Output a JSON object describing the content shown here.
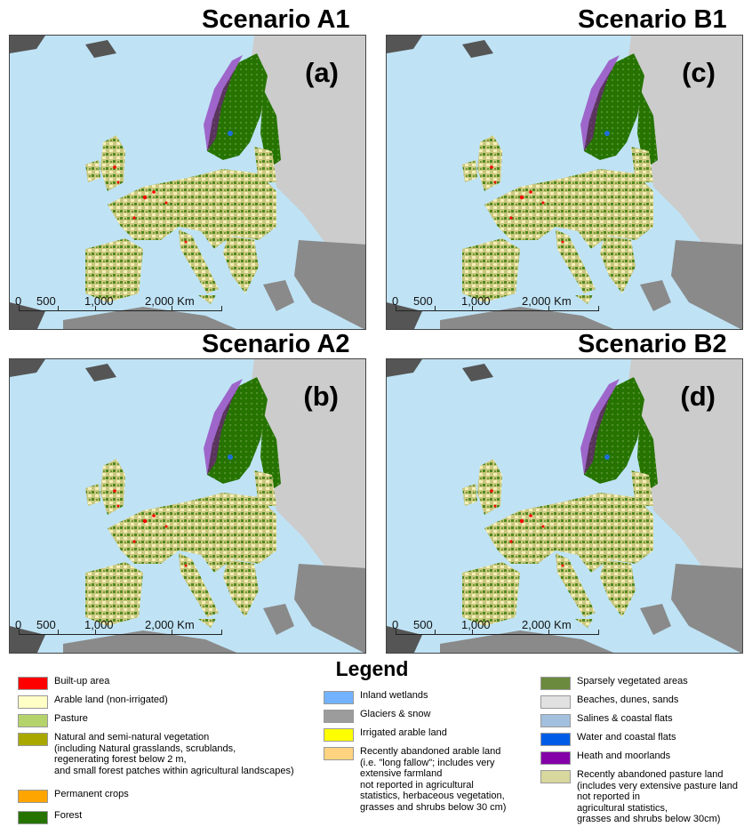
{
  "panels": [
    {
      "id": "a",
      "title": "Scenario A1",
      "letter": "(a)"
    },
    {
      "id": "c",
      "title": "Scenario B1",
      "letter": "(c)"
    },
    {
      "id": "b",
      "title": "Scenario A2",
      "letter": "(b)"
    },
    {
      "id": "d",
      "title": "Scenario B2",
      "letter": "(d)"
    }
  ],
  "scalebar": {
    "labels": [
      "0",
      "500",
      "1,000",
      "2,000 Km"
    ]
  },
  "legend": {
    "title": "Legend",
    "col1": [
      {
        "label": "Built-up area",
        "color": "#ff0000"
      },
      {
        "label": "Arable land (non-irrigated)",
        "color": "#ffffc6"
      },
      {
        "label": "Pasture",
        "color": "#b5d36b"
      },
      {
        "label": "Natural and semi-natural vegetation\n(including Natural grasslands, scrublands,\nregenerating forest below 2 m,\nand small forest patches within agricultural landscapes)",
        "color": "#a8a800"
      },
      {
        "label": "Permanent crops",
        "color": "#ffa500"
      },
      {
        "label": "Forest",
        "color": "#267300"
      }
    ],
    "col2": [
      {
        "label": "Inland wetlands",
        "color": "#73b2ff"
      },
      {
        "label": "Glaciers & snow",
        "color": "#9c9c9c"
      },
      {
        "label": "Irrigated arable land",
        "color": "#ffff00"
      },
      {
        "label": "Recently abandoned arable land\n(i.e. \"long fallow\"; includes very\nextensive farmland\nnot reported in agricultural\nstatistics, herbaceous vegetation,\ngrasses and shrubs below 30 cm)",
        "color": "#ffd37f"
      }
    ],
    "col3": [
      {
        "label": "Sparsely vegetated areas",
        "color": "#6b8a3e"
      },
      {
        "label": "Beaches, dunes, sands",
        "color": "#e1e1e1"
      },
      {
        "label": "Salines & coastal flats",
        "color": "#a3c0de"
      },
      {
        "label": "Water and coastal flats",
        "color": "#005ce6"
      },
      {
        "label": "Heath and moorlands",
        "color": "#8400a8"
      },
      {
        "label": "Recently abandoned pasture land\n(includes very extensive pasture land\nnot reported in\nagricultural statistics,\ngrasses and shrubs below 30cm)",
        "color": "#d7d79e"
      }
    ]
  },
  "colors": {
    "sea": "#bfe3f5",
    "non_eu_land": "#cccccc",
    "dark_land": "#555555",
    "eu_land": "#c9c77f",
    "forest": "#267300",
    "heath": "#8400a8",
    "arable": "#f5efb8",
    "built": "#ff0000"
  }
}
